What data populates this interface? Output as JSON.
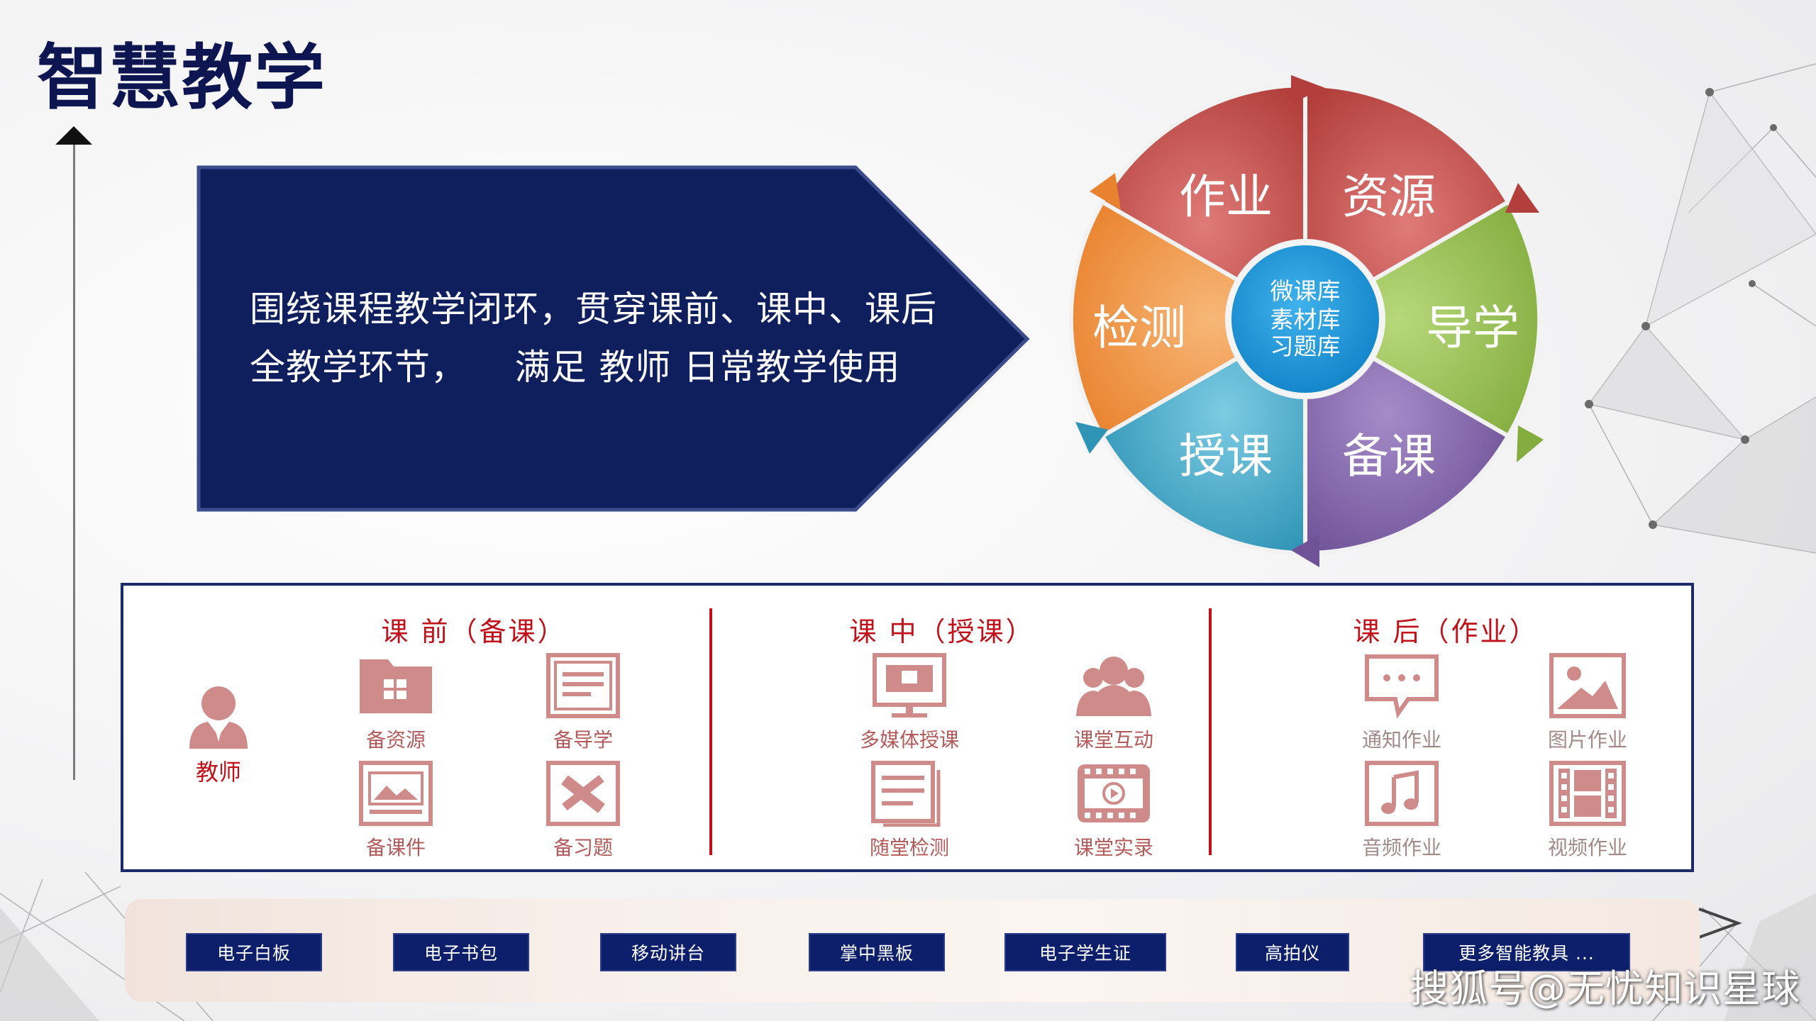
{
  "page_title": "智慧教学",
  "intro": {
    "line1": "围绕课程教学闭环，贯穿课前、课中、课后",
    "line2": "全教学环节，    满足 教师 日常教学使用"
  },
  "wheel": {
    "center_line1": "微课库",
    "center_line2": "素材库",
    "center_line3": "习题库",
    "segments": [
      {
        "label": "作业",
        "color": "#c0504d"
      },
      {
        "label": "资源",
        "color": "#c0504d"
      },
      {
        "label": "导学",
        "color": "#8fb84a"
      },
      {
        "label": "备课",
        "color": "#7d5fa7"
      },
      {
        "label": "授课",
        "color": "#3fa7c8"
      },
      {
        "label": "检测",
        "color": "#f0923f"
      }
    ],
    "center_color": "#1f96d6"
  },
  "process": {
    "teacher_label": "教师",
    "sections": [
      {
        "title": "课 前（备课）",
        "items": [
          {
            "label": "备资源",
            "icon": "grid-folder-icon"
          },
          {
            "label": "备导学",
            "icon": "document-icon"
          },
          {
            "label": "备课件",
            "icon": "slide-image-icon"
          },
          {
            "label": "备习题",
            "icon": "pencil-ruler-icon"
          }
        ]
      },
      {
        "title": "课 中（授课）",
        "items": [
          {
            "label": "多媒体授课",
            "icon": "projector-icon"
          },
          {
            "label": "课堂互动",
            "icon": "group-icon"
          },
          {
            "label": "随堂检测",
            "icon": "stacked-pages-icon"
          },
          {
            "label": "课堂实录",
            "icon": "film-play-icon"
          }
        ]
      },
      {
        "title": "课 后（作业）",
        "items": [
          {
            "label": "通知作业",
            "icon": "chat-bubble-icon"
          },
          {
            "label": "图片作业",
            "icon": "picture-icon"
          },
          {
            "label": "音频作业",
            "icon": "music-note-icon"
          },
          {
            "label": "视频作业",
            "icon": "film-strip-icon"
          }
        ]
      }
    ]
  },
  "devices": [
    "电子白板",
    "电子书包",
    "移动讲台",
    "掌中黑板",
    "电子学生证",
    "高拍仪",
    "更多智能教具 ..."
  ],
  "watermark": "搜狐号@无忧知识星球",
  "colors": {
    "navy": "#0d1f6b",
    "accent_red": "#c1121c",
    "icon_pink": "#cf8a8a"
  }
}
